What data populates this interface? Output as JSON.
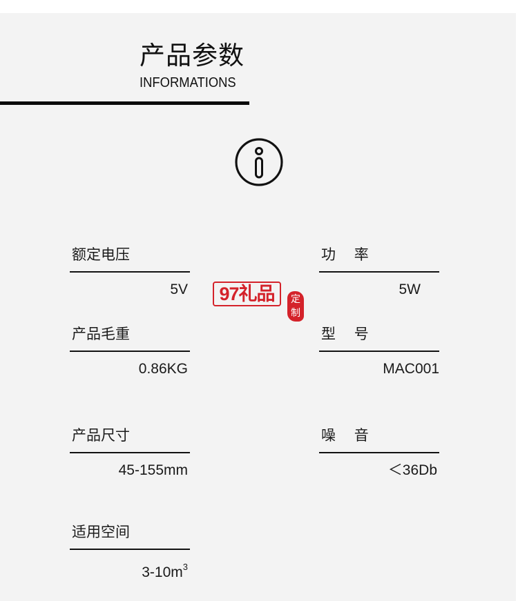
{
  "header": {
    "title": "产品参数",
    "subtitle": "INFORMATIONS"
  },
  "icons": {
    "info": "info-circle-icon"
  },
  "watermark": {
    "brand": "97礼品",
    "seal_top": "定",
    "seal_bottom": "制",
    "color": "#d4222a"
  },
  "specs": {
    "rated_voltage": {
      "label": "额定电压",
      "value": "5V"
    },
    "power": {
      "label": "功    率",
      "value": "5W"
    },
    "gross_weight": {
      "label": "产品毛重",
      "value": "0.86KG"
    },
    "model": {
      "label": "型    号",
      "value": "MAC001"
    },
    "size": {
      "label": "产品尺寸",
      "value": "45-155mm"
    },
    "noise": {
      "label": "噪    音",
      "value": "＜36Db"
    },
    "applicable_space": {
      "label": "适用空间",
      "value": "3-10m",
      "value_sup": "3"
    }
  },
  "colors": {
    "background": "#f3f3f3",
    "text": "#1a1a1a",
    "rule": "#111111"
  }
}
